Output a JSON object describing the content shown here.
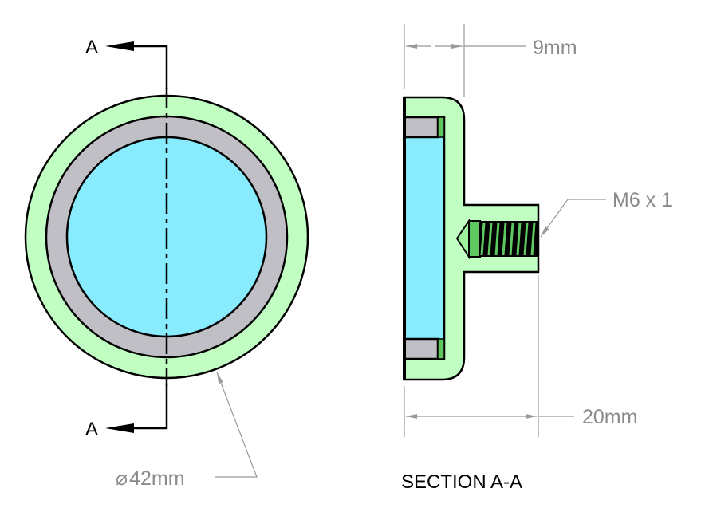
{
  "drawing": {
    "section_marker_top": "A",
    "section_marker_bottom": "A",
    "section_title": "SECTION A-A",
    "dimensions": {
      "diameter": "42mm",
      "diameter_symbol": "⌀",
      "base_thickness": "9mm",
      "overall_length": "20mm",
      "thread": "M6 x 1"
    }
  },
  "colors": {
    "body": "#c1fec1",
    "magnet": "#88ecfe",
    "ring": "#c0bfc6",
    "thread": "#5ec85e",
    "dimension": "#8a8a8a"
  }
}
